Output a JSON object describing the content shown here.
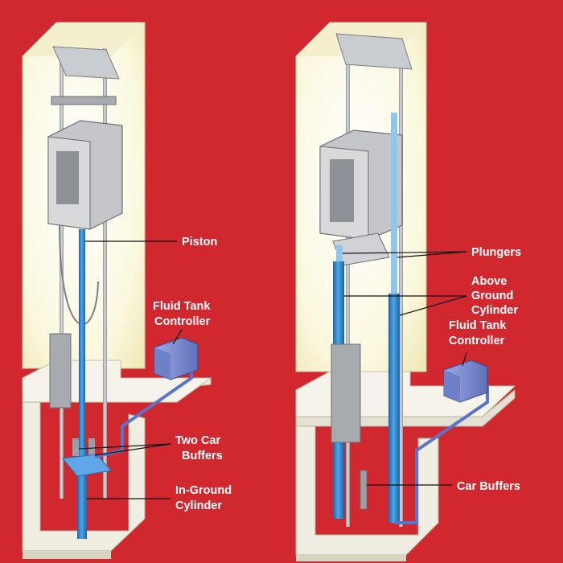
{
  "background_color": "#d0282e",
  "shaft_color": "#fdfbe6",
  "steel_color": "#b9bcc0",
  "cylinder_color": "#2f86cc",
  "tank_color": "#7e8fd0",
  "label_color": "#ffffff",
  "left_diagram": {
    "labels": {
      "piston": "Piston",
      "fluid_tank_line1": "Fluid Tank",
      "fluid_tank_line2": "Controller",
      "buffers_line1": "Two Car",
      "buffers_line2": "Buffers",
      "cylinder_line1": "In-Ground",
      "cylinder_line2": "Cylinder"
    }
  },
  "right_diagram": {
    "labels": {
      "plungers": "Plungers",
      "above_ground_line1": "Above",
      "above_ground_line2": "Ground",
      "above_ground_line3": "Cylinder",
      "fluid_tank_line1": "Fluid Tank",
      "fluid_tank_line2": "Controller",
      "car_buffers": "Car Buffers"
    }
  }
}
